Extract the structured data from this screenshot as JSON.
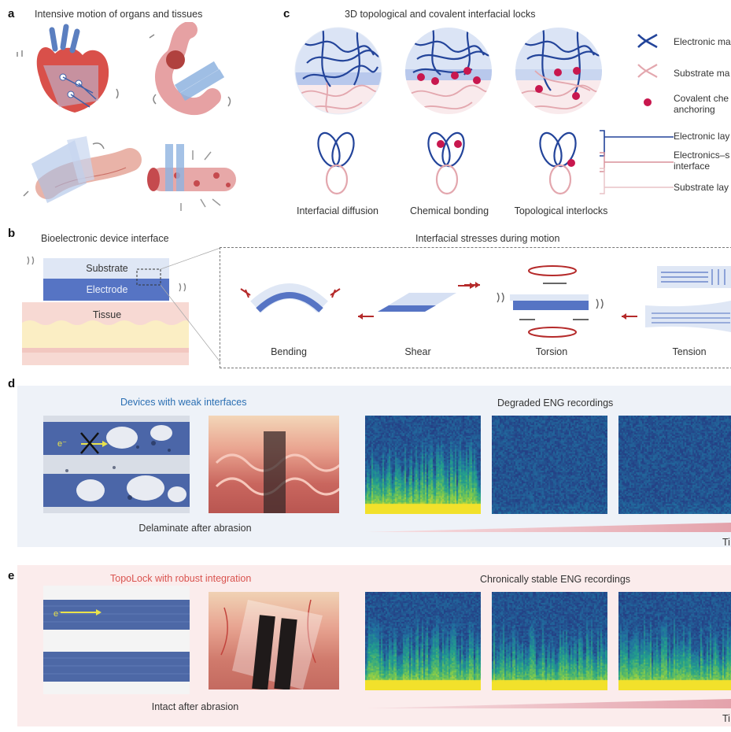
{
  "panels": {
    "a": {
      "letter": "a",
      "title": "Intensive motion of organs and tissues"
    },
    "b": {
      "letter": "b",
      "title_left": "Bioelectronic device interface",
      "title_right": "Interfacial stresses during motion",
      "layers": {
        "substrate": "Substrate",
        "electrode": "Electrode",
        "tissue": "Tissue"
      },
      "modes": [
        "Bending",
        "Shear",
        "Torsion",
        "Tension"
      ]
    },
    "c": {
      "letter": "c",
      "title": "3D topological and covalent interfacial locks",
      "mechanisms": [
        "Interfacial diffusion",
        "Chemical bonding",
        "Topological interlocks"
      ],
      "legend": [
        {
          "text": "Electronic ma",
          "color": "#23449a"
        },
        {
          "text": "Substrate ma",
          "color": "#d9909a"
        },
        {
          "text": "Covalent che",
          "text2": "anchoring",
          "color": "#c8174e"
        }
      ],
      "layer_legend": [
        {
          "text": "Electronic lay"
        },
        {
          "text": "Electronics–s",
          "text2": "interface"
        },
        {
          "text": "Substrate lay"
        }
      ]
    },
    "d": {
      "letter": "d",
      "title": "Devices with weak interfaces",
      "title_color": "#2b6fb3",
      "electron_label": "e⁻",
      "caption": "Delaminate after abrasion",
      "recording_title": "Degraded ENG recordings",
      "axis_label": "Ti"
    },
    "e": {
      "letter": "e",
      "title": "TopoLock with robust integration",
      "title_color": "#d9534f",
      "electron_label": "e⁻",
      "caption": "Intact after abrasion",
      "recording_title": "Chronically stable ENG recordings",
      "axis_label": "Ti"
    }
  },
  "colors": {
    "electronic": "#23449a",
    "substrate": "#e3a7ae",
    "anchor": "#c8174e",
    "stress_arrow": "#b52a2a",
    "spectro_low": "#26317c",
    "spectro_high": "#f2e12b"
  }
}
